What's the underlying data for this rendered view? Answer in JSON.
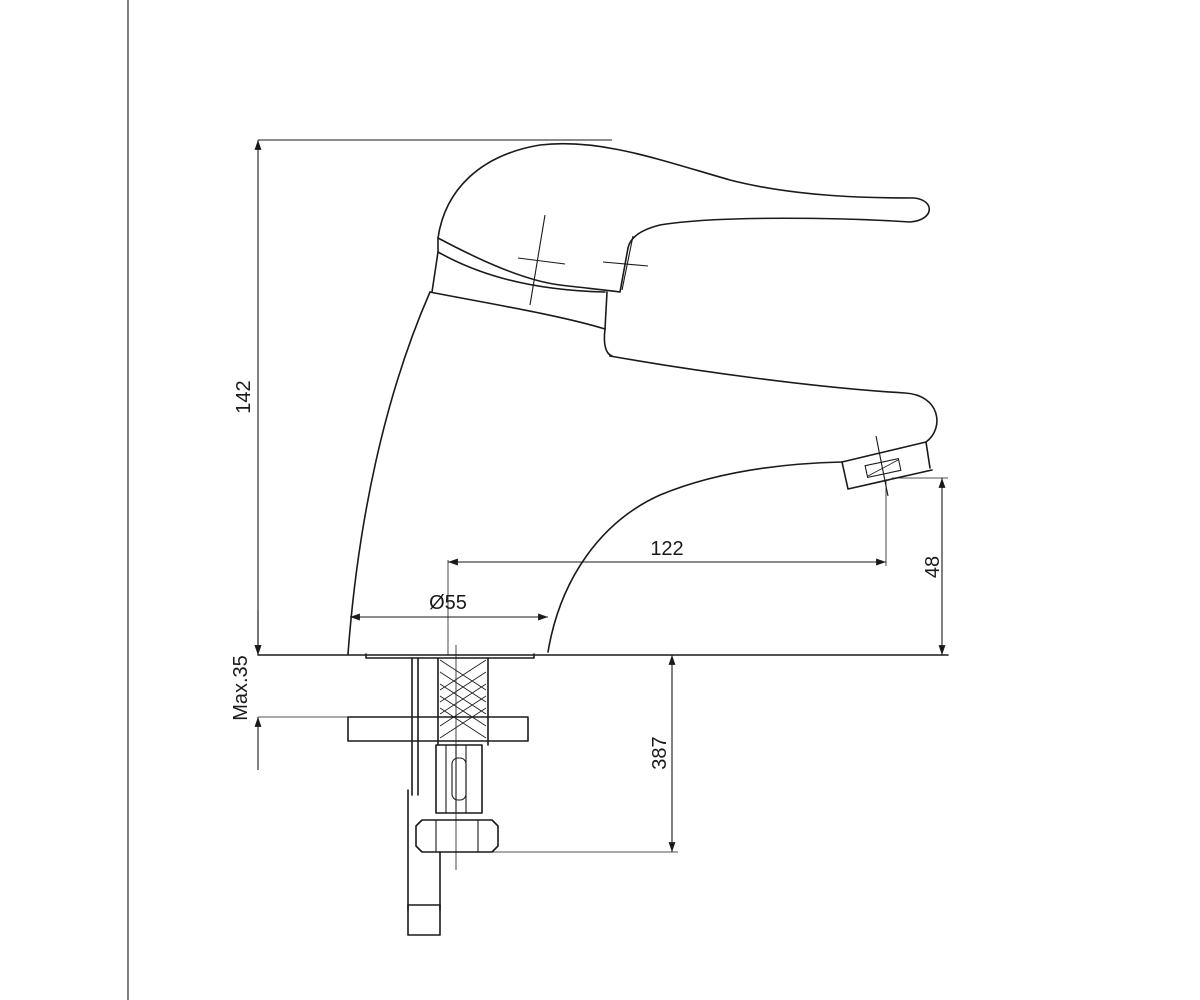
{
  "dimensions": {
    "overall_height": "142",
    "spout_reach": "122",
    "spout_height": "48",
    "base_diameter": "Ø55",
    "max_deck_thickness": "Max.35",
    "hose_length": "387"
  },
  "colors": {
    "line": "#1a1a1a",
    "background": "#ffffff"
  }
}
